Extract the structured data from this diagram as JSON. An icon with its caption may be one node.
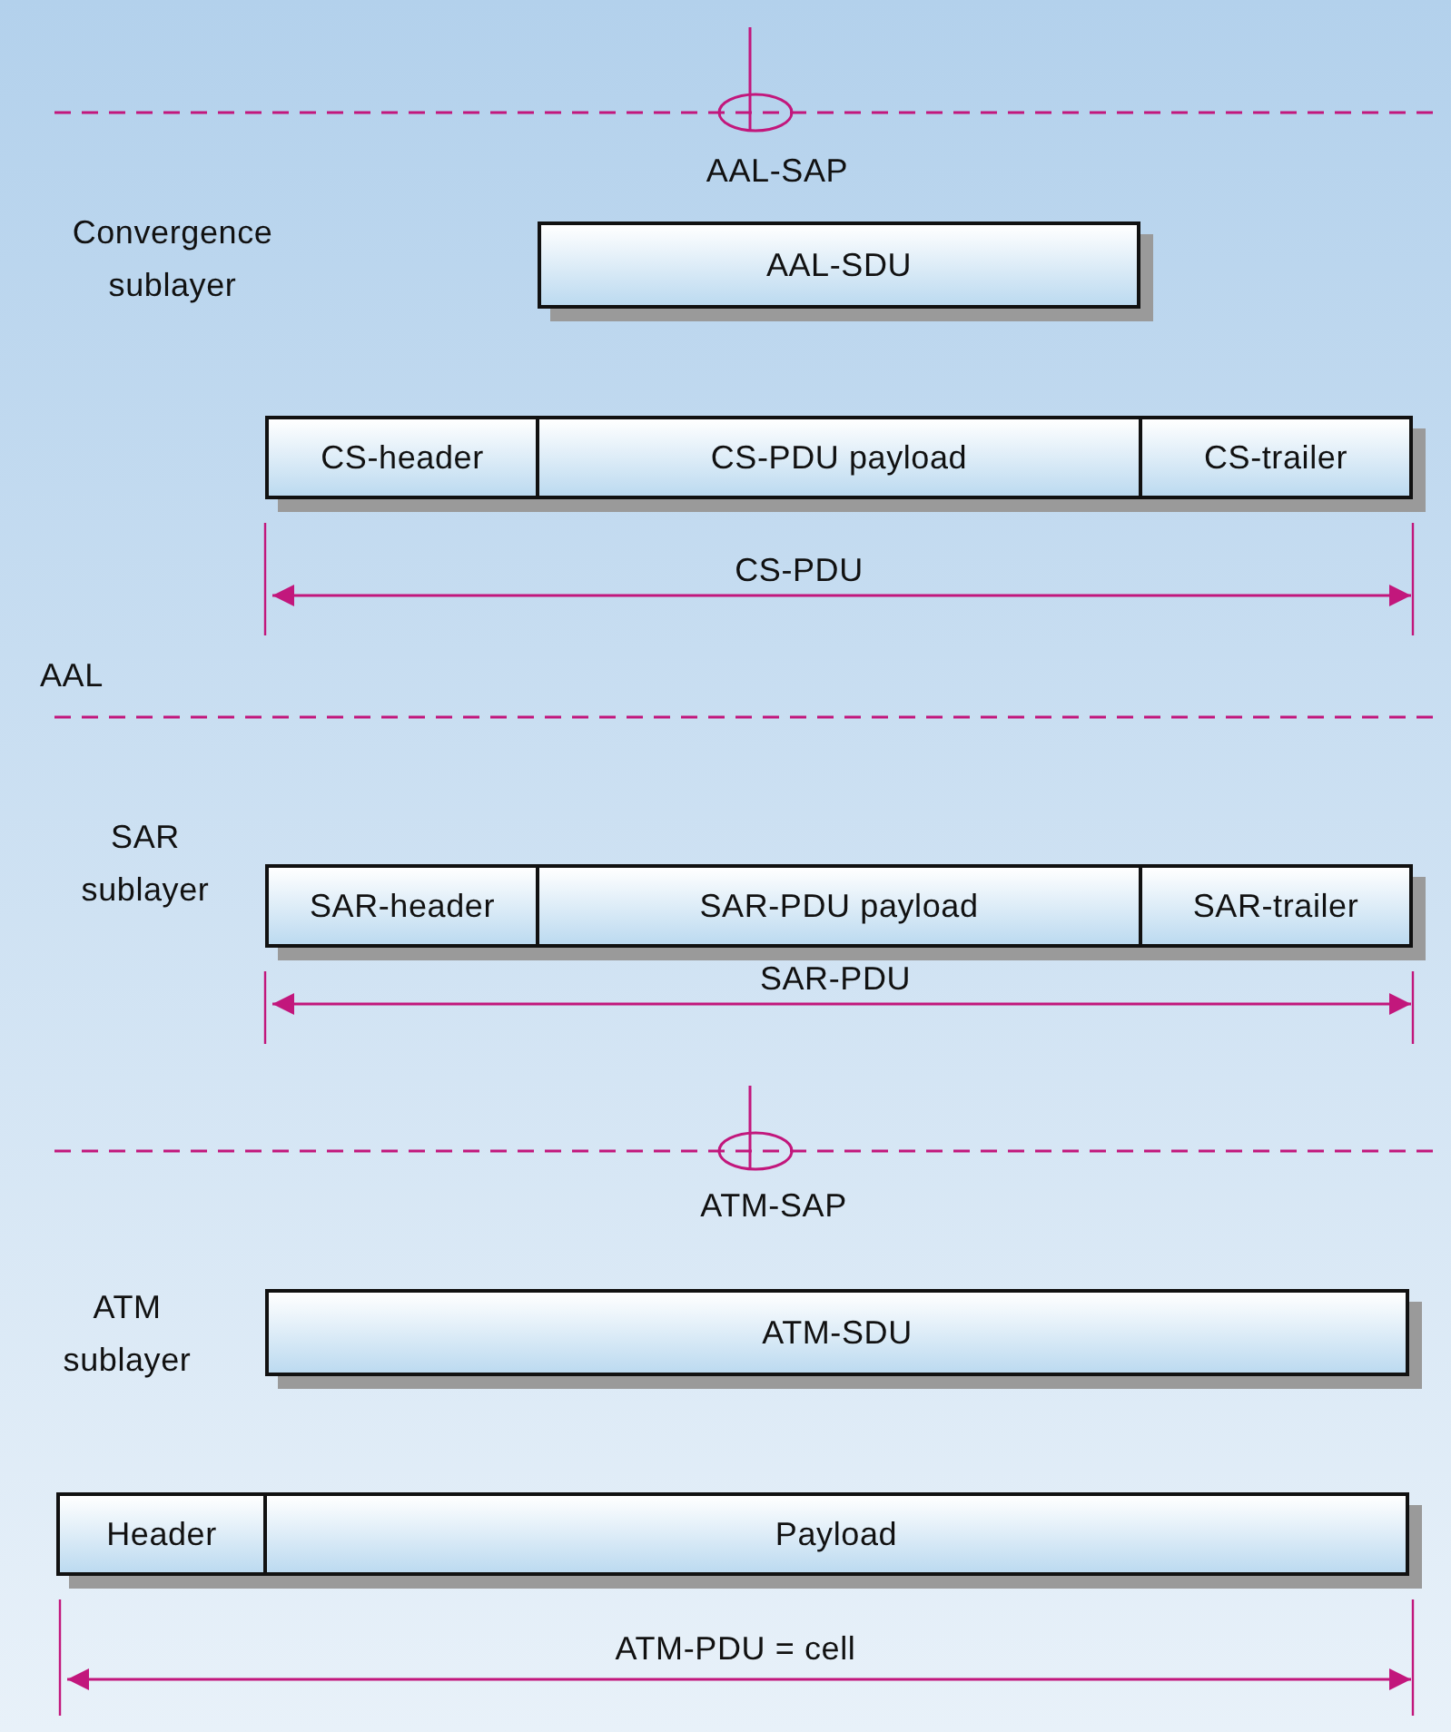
{
  "diagram": {
    "nodes": [
      {
        "text": [
          "AAL-SDU"
        ]
      },
      {
        "text": [
          "CS-header"
        ]
      },
      {
        "text": [
          "CS-PDU payload"
        ]
      },
      {
        "text": [
          "CS-trailer"
        ]
      },
      {
        "text": [
          "SAR-header"
        ]
      },
      {
        "text": [
          "SAR-PDU payload"
        ]
      },
      {
        "text": [
          "SAR-trailer"
        ]
      },
      {
        "text": [
          "ATM-SDU"
        ]
      },
      {
        "text": [
          "Header"
        ]
      },
      {
        "text": [
          "Payload"
        ]
      }
    ],
    "edges": [],
    "labels": [
      "AAL-SAP",
      "Convergence sublayer",
      "CS-PDU",
      "AAL",
      "SAR sublayer",
      "SAR-PDU",
      "ATM-SAP",
      "ATM sublayer",
      "ATM-PDU = cell"
    ]
  }
}
